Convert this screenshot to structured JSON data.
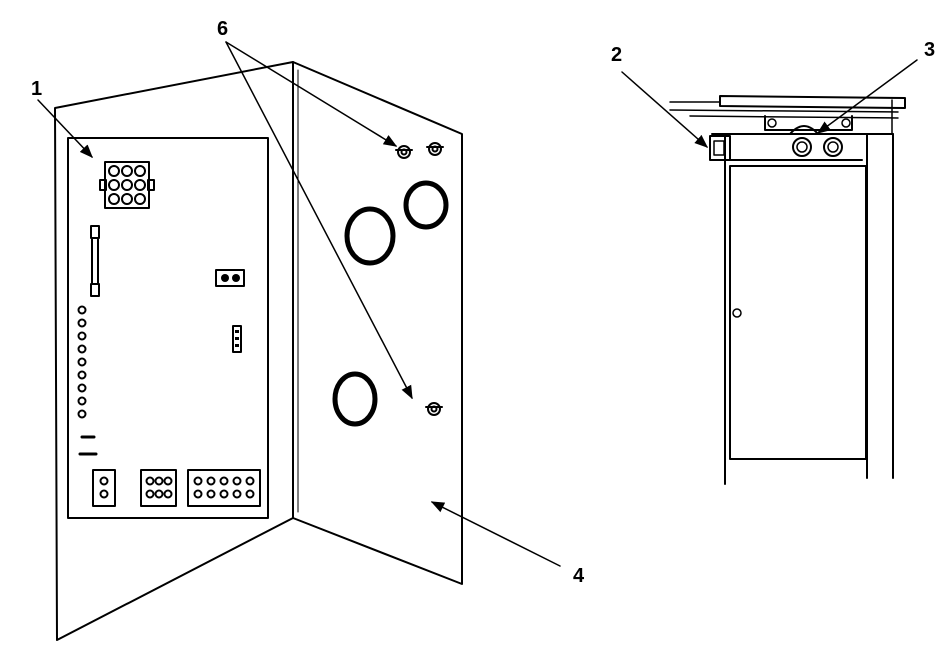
{
  "figure": {
    "callouts": {
      "c1": "1",
      "c2": "2",
      "c3": "3",
      "c4": "4",
      "c6": "6"
    }
  }
}
